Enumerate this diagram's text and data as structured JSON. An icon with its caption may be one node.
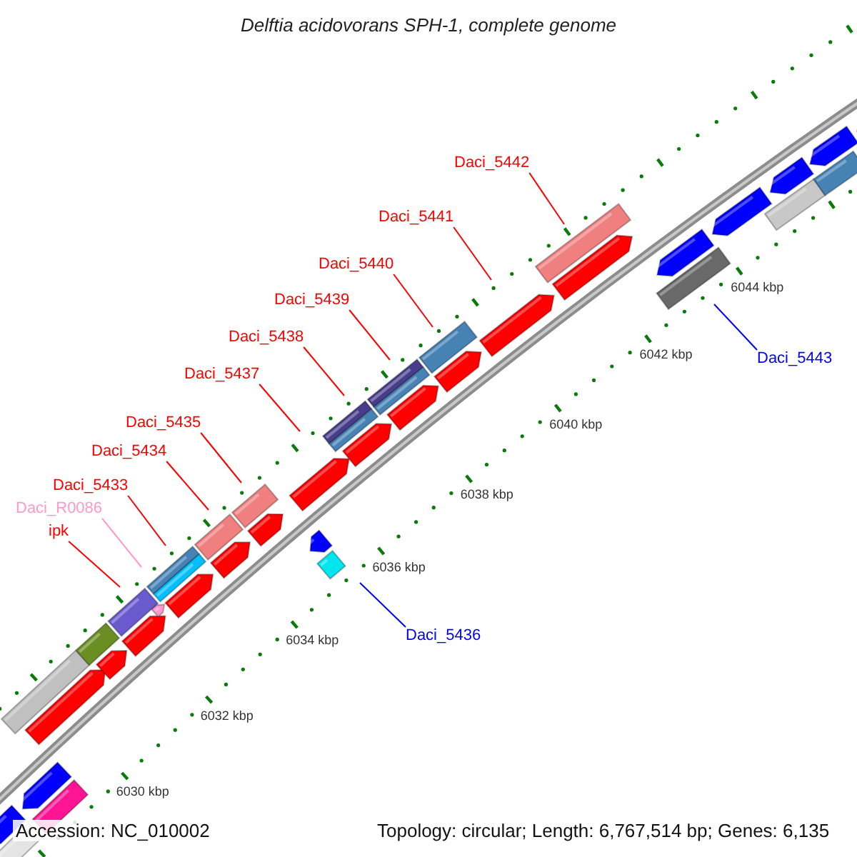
{
  "diagram": {
    "title": "Delftia acidovorans SPH-1, complete genome",
    "nodes": [
      {
        "text": [
          "Daci_5442"
        ]
      },
      {
        "text": [
          "Daci_5441"
        ]
      },
      {
        "text": [
          "Daci_5440"
        ]
      },
      {
        "text": [
          "Daci_5439"
        ]
      },
      {
        "text": [
          "Daci_5438"
        ]
      },
      {
        "text": [
          "Daci_5443"
        ]
      },
      {
        "text": [
          "Daci_5437"
        ]
      },
      {
        "text": [
          "Daci_5435"
        ]
      },
      {
        "text": [
          "Daci_5434"
        ]
      },
      {
        "text": [
          "Daci_5433"
        ]
      },
      {
        "text": [
          "Daci_R0086"
        ]
      },
      {
        "text": [
          "ipk"
        ]
      },
      {
        "text": [
          "Daci_5436"
        ]
      }
    ],
    "edges": [
      {
        "from": 0,
        "to": null,
        "arrow": "none"
      },
      {
        "from": 1,
        "to": null,
        "arrow": "none"
      },
      {
        "from": 2,
        "to": null,
        "arrow": "none"
      },
      {
        "from": 3,
        "to": null,
        "arrow": "none"
      },
      {
        "from": 4,
        "to": null,
        "arrow": "none"
      },
      {
        "from": 5,
        "to": null,
        "arrow": "none",
        "color": "#0000ff"
      },
      {
        "from": 6,
        "to": null,
        "arrow": "none"
      },
      {
        "from": 7,
        "to": null,
        "arrow": "none"
      },
      {
        "from": 8,
        "to": null,
        "arrow": "none"
      },
      {
        "from": 9,
        "to": null,
        "arrow": "none"
      },
      {
        "from": 10,
        "to": null,
        "arrow": "none",
        "color": "#ff99cc"
      },
      {
        "from": 11,
        "to": null,
        "arrow": "none"
      },
      {
        "from": 12,
        "to": null,
        "arrow": "none",
        "color": "#0000ff"
      }
    ],
    "labels": [
      "6044 kbp",
      "6042 kbp",
      "6040 kbp",
      "6038 kbp",
      "6036 kbp",
      "6034 kbp",
      "6032 kbp",
      "6030 kbp",
      "Accession: NC_010002",
      "Topology: circular; Length: 6,767,514 bp; Genes: 6,135"
    ]
  }
}
